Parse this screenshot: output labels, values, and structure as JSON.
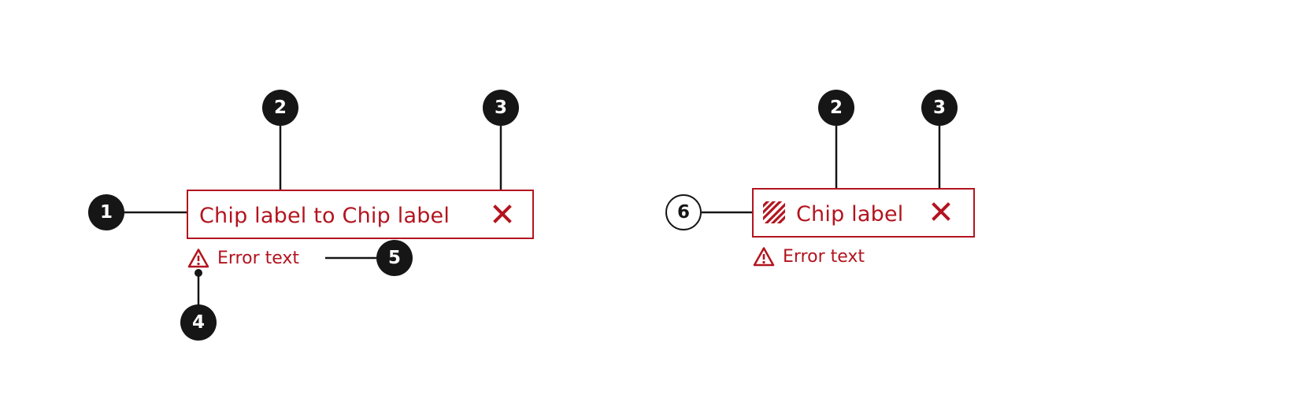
{
  "colors": {
    "error_red": "#b3141f",
    "marker_dark": "#161616",
    "background": "#ffffff"
  },
  "left_example": {
    "chip_label": "Chip label to Chip label",
    "error_text": "Error text",
    "close_icon": "close-icon",
    "warning_icon": "warning-triangle-icon"
  },
  "right_example": {
    "chip_label": "Chip label",
    "error_text": "Error text",
    "leading_icon": "hatched-pattern-icon",
    "close_icon": "close-icon",
    "warning_icon": "warning-triangle-icon"
  },
  "markers": {
    "m1": "1",
    "m2": "2",
    "m3": "3",
    "m4": "4",
    "m5": "5",
    "m6": "6",
    "r2": "2",
    "r3": "3"
  }
}
